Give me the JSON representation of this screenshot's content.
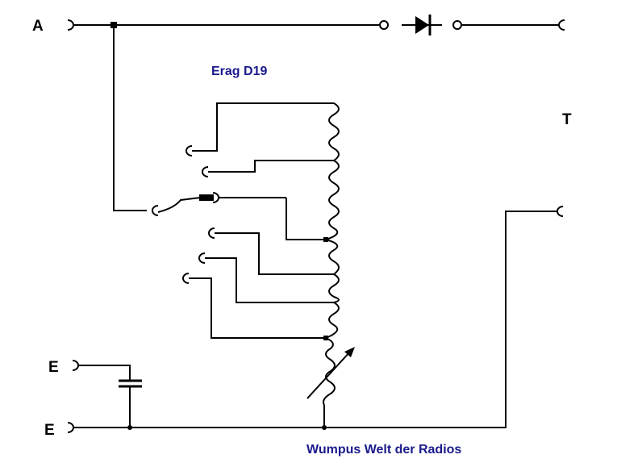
{
  "labels": {
    "title": "Erag D19",
    "credit": "Wumpus Welt der Radios",
    "terminal_a": "A",
    "terminal_t": "T",
    "terminal_e_top": "E",
    "terminal_e_bottom": "E"
  },
  "colors": {
    "title": "#1a1a8c",
    "credit": "#1a1a8c",
    "wire": "#000000",
    "background": "#ffffff"
  },
  "components": [
    "diode",
    "capacitor",
    "tapped-coil",
    "variable-inductor-arrow",
    "tap-selector-switch"
  ]
}
